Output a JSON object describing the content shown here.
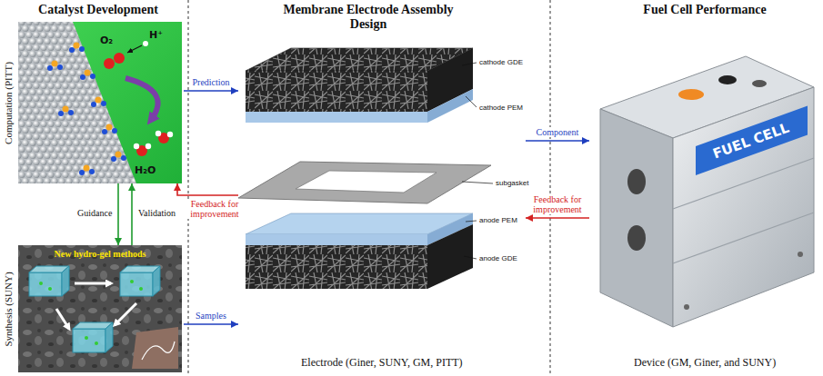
{
  "diagram": {
    "nodes": [
      {
        "text": [
          "Computation (PITT)"
        ]
      },
      {
        "text": [
          "Synthesis (SUNY)"
        ]
      },
      {
        "text": [
          "Electrode (Giner, SUNY, GM, PITT)"
        ]
      },
      {
        "text": [
          "Device (GM, Giner, and SUNY)"
        ]
      }
    ],
    "edges": [
      {
        "from": 0,
        "to": 1,
        "label": "Guidance",
        "arrow": "to"
      },
      {
        "from": 1,
        "to": 0,
        "label": "Validation",
        "arrow": "to"
      },
      {
        "from": 0,
        "to": 2,
        "label": "Prediction",
        "arrow": "to"
      },
      {
        "from": 2,
        "to": 0,
        "label": "Feedback for improvement",
        "arrow": "to"
      },
      {
        "from": 1,
        "to": 2,
        "label": "Samples",
        "arrow": "to"
      },
      {
        "from": 2,
        "to": 3,
        "label": "Component",
        "arrow": "to"
      },
      {
        "from": 3,
        "to": 2,
        "label": "Feedback for improvement",
        "arrow": "to"
      }
    ],
    "labels": [
      "Catalyst Development",
      "Membrane Electrode Assembly Design",
      "Fuel Cell Performance",
      "O₂",
      "H⁺",
      "H₂O",
      "New hydro-gel methods",
      "cathode GDE",
      "cathode PEM",
      "subgasket",
      "anode PEM",
      "anode GDE",
      "FUEL CELL"
    ]
  }
}
